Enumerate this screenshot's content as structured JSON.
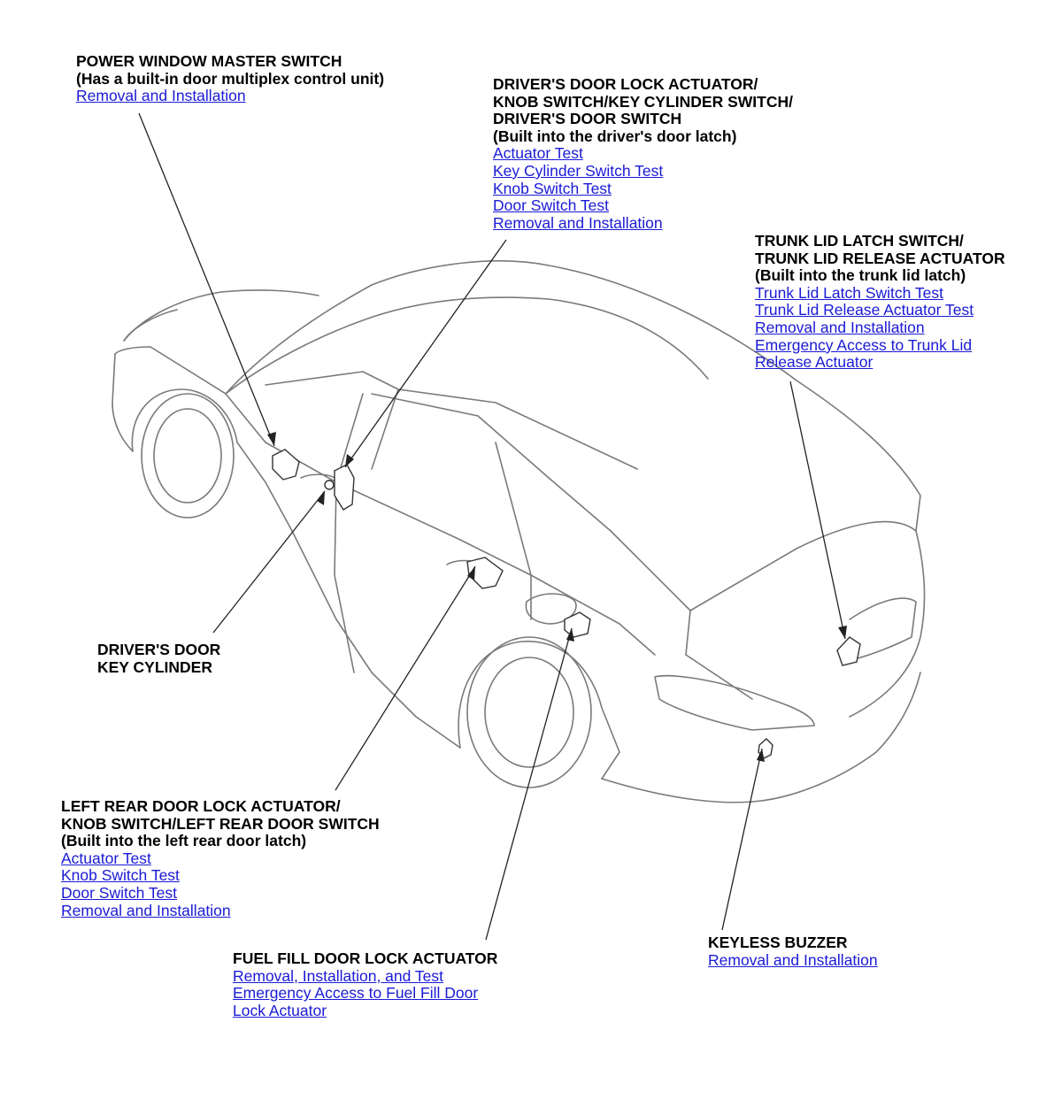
{
  "callouts": {
    "power_window_master_switch": {
      "title": "POWER WINDOW MASTER SWITCH",
      "note": "(Has a built-in door multiplex control unit)",
      "links": [
        "Removal and Installation"
      ]
    },
    "drivers_door_lock_actuator": {
      "title_lines": [
        "DRIVER'S DOOR LOCK ACTUATOR/",
        "KNOB SWITCH/KEY CYLINDER SWITCH/",
        "DRIVER'S DOOR SWITCH"
      ],
      "note": "(Built into the driver's door latch)",
      "links": [
        "Actuator Test",
        "Key Cylinder Switch Test",
        "Knob Switch Test",
        "Door Switch Test",
        "Removal and Installation"
      ]
    },
    "trunk_lid": {
      "title_lines": [
        "TRUNK LID LATCH SWITCH/",
        "TRUNK LID RELEASE ACTUATOR"
      ],
      "note": "(Built into the trunk lid latch)",
      "links": [
        "Trunk Lid Latch Switch Test",
        "Trunk Lid Release Actuator Test",
        "Removal and Installation",
        "Emergency Access to Trunk Lid",
        "Release Actuator"
      ]
    },
    "drivers_door_key_cylinder": {
      "title_lines": [
        "DRIVER'S DOOR",
        "KEY CYLINDER"
      ]
    },
    "left_rear_door": {
      "title_lines": [
        "LEFT REAR DOOR LOCK ACTUATOR/",
        "KNOB SWITCH/LEFT REAR DOOR SWITCH"
      ],
      "note": "(Built into the left rear door latch)",
      "links": [
        "Actuator Test",
        "Knob Switch Test",
        "Door Switch Test",
        "Removal and Installation"
      ]
    },
    "fuel_fill_door": {
      "title": "FUEL FILL DOOR LOCK ACTUATOR",
      "links": [
        "Removal, Installation, and Test",
        "Emergency Access to Fuel Fill Door",
        "Lock Actuator"
      ]
    },
    "keyless_buzzer": {
      "title": "KEYLESS BUZZER",
      "links": [
        "Removal and Installation"
      ]
    }
  },
  "colors": {
    "link": "#1a1ad6",
    "line": "#555555",
    "text": "#000000"
  }
}
